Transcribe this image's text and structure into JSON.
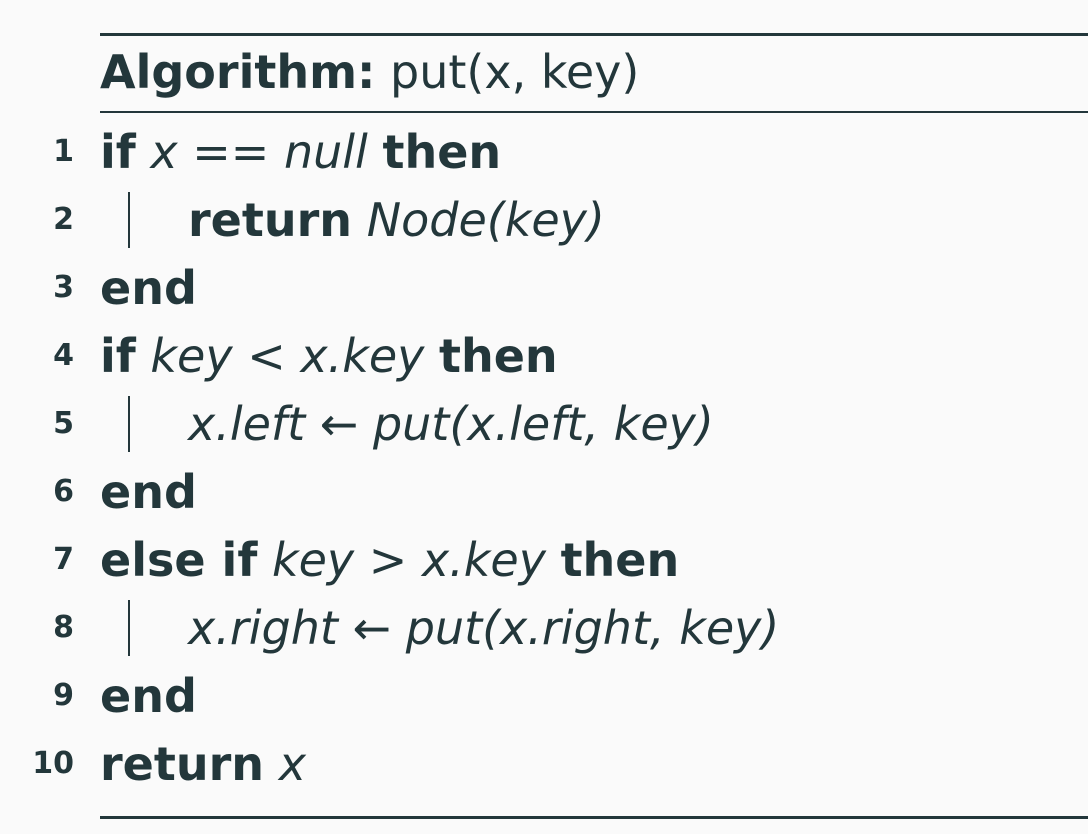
{
  "header": {
    "keyword": "Algorithm:",
    "signature": "put(x, key)"
  },
  "lines": [
    {
      "number": "1",
      "parts": [
        "if",
        "x == null",
        "then"
      ]
    },
    {
      "number": "2",
      "parts": [
        "return",
        "Node(key)"
      ]
    },
    {
      "number": "3",
      "parts": [
        "end"
      ]
    },
    {
      "number": "4",
      "parts": [
        "if",
        "key < x.key",
        "then"
      ]
    },
    {
      "number": "5",
      "parts": [
        "x.left ← put(x.left, key)"
      ]
    },
    {
      "number": "6",
      "parts": [
        "end"
      ]
    },
    {
      "number": "7",
      "parts": [
        "else if",
        "key > x.key",
        "then"
      ]
    },
    {
      "number": "8",
      "parts": [
        "x.right ← put(x.right, key)"
      ]
    },
    {
      "number": "9",
      "parts": [
        "end"
      ]
    },
    {
      "number": "10",
      "parts": [
        "return",
        "x"
      ]
    }
  ]
}
